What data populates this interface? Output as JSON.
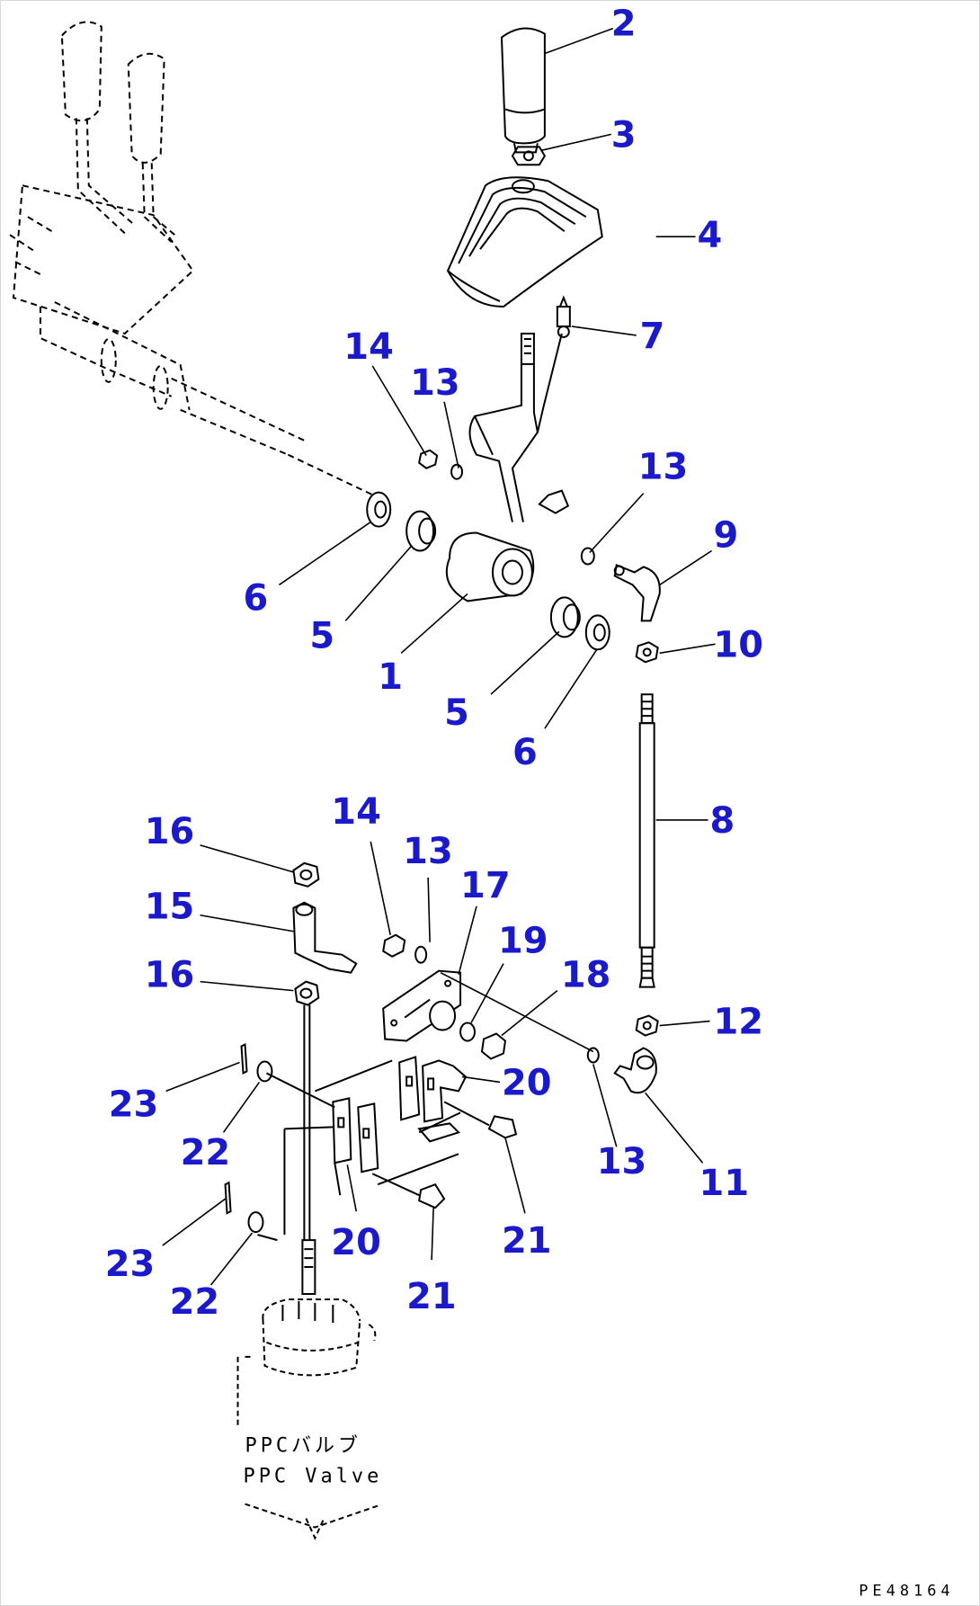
{
  "callouts": [
    "2",
    "3",
    "4",
    "7",
    "14",
    "13",
    "13",
    "9",
    "6",
    "5",
    "1",
    "10",
    "5",
    "6",
    "8",
    "16",
    "14",
    "13",
    "17",
    "15",
    "19",
    "18",
    "16",
    "12",
    "20",
    "23",
    "22",
    "13",
    "11",
    "20",
    "21",
    "23",
    "21",
    "22"
  ],
  "caption": {
    "line1": "PPCバルブ",
    "line2": "PPC Valve"
  },
  "drawing_code": "PE48164",
  "colors": {
    "callout": "#1a1acc",
    "line": "#000000",
    "background": "#ffffff"
  }
}
